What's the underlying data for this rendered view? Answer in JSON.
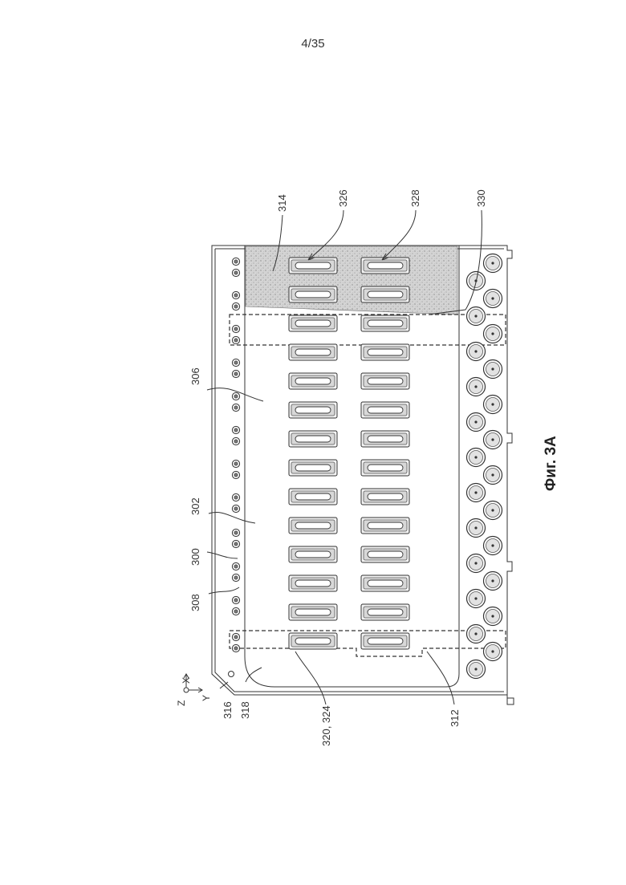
{
  "page": {
    "number": "4/35"
  },
  "figure": {
    "caption": "Фиг. 3А",
    "axes": {
      "z": "Z",
      "x": "X",
      "y": "Y"
    },
    "labels": {
      "l300": "300",
      "l302": "302",
      "l306": "306",
      "l308": "308",
      "l312": "312",
      "l314": "314",
      "l316": "316",
      "l318": "318",
      "l320": "320, 324",
      "l326": "326",
      "l328": "328",
      "l330": "330"
    }
  }
}
